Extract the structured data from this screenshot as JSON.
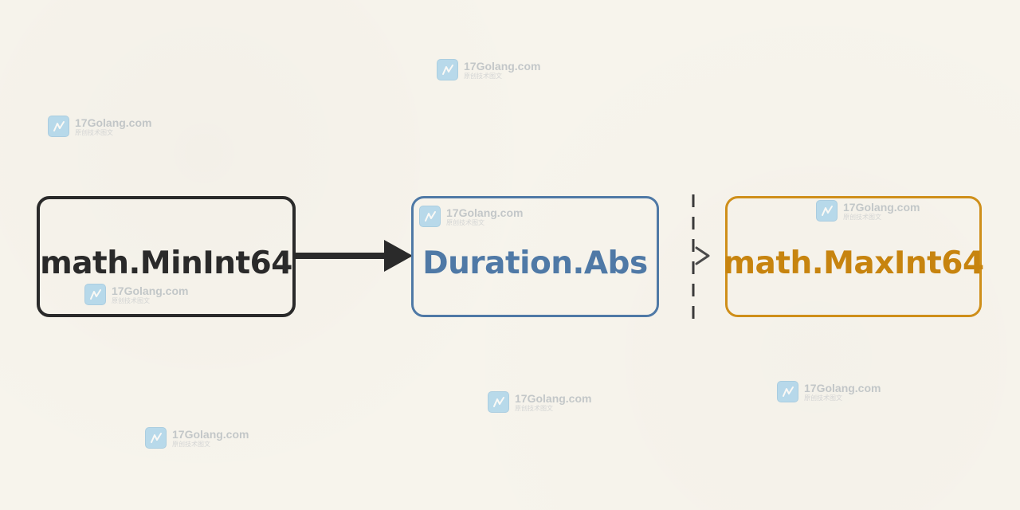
{
  "diagram": {
    "nodes": [
      {
        "id": "min",
        "label": "math.MinInt64",
        "color": "#2a2a2a"
      },
      {
        "id": "abs",
        "label": "Duration.Abs",
        "color": "#4f79a6"
      },
      {
        "id": "max",
        "label": "math.MaxInt64",
        "color": "#cf8f1a"
      }
    ],
    "edges": [
      {
        "from": "min",
        "to": "abs",
        "style": "solid-arrow"
      },
      {
        "from": "abs",
        "to": "max",
        "style": "dashed-separator-chevron"
      }
    ]
  },
  "watermark": {
    "title": "17Golang.com",
    "subtitle": "原创技术图文",
    "icon": "brand-logo-icon",
    "accent": "#86c5ea"
  }
}
